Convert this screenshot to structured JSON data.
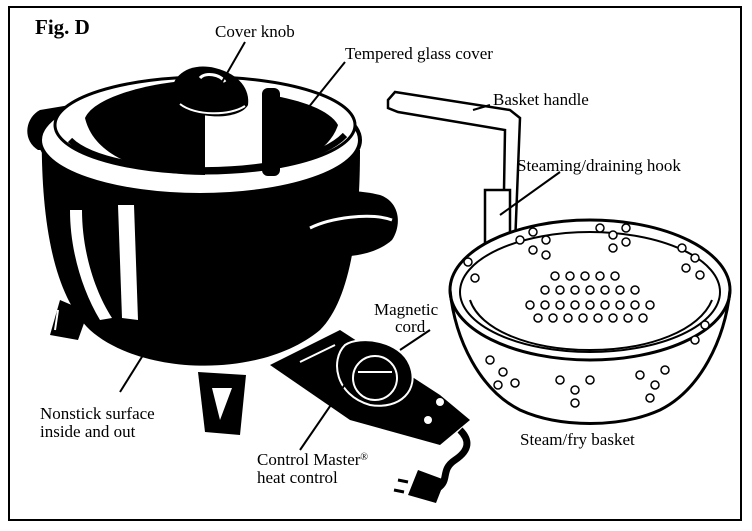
{
  "figure_label": "Fig. D",
  "labels": {
    "cover_knob": "Cover knob",
    "glass_cover": "Tempered glass cover",
    "basket_handle": "Basket handle",
    "hook": "Steaming/draining hook",
    "magnetic_cord_1": "Magnetic",
    "magnetic_cord_2": "cord",
    "nonstick_1": "Nonstick surface",
    "nonstick_2": "inside and out",
    "control_1": "Control Master",
    "control_mark": "®",
    "control_2": "heat control",
    "basket": "Steam/fry basket"
  }
}
